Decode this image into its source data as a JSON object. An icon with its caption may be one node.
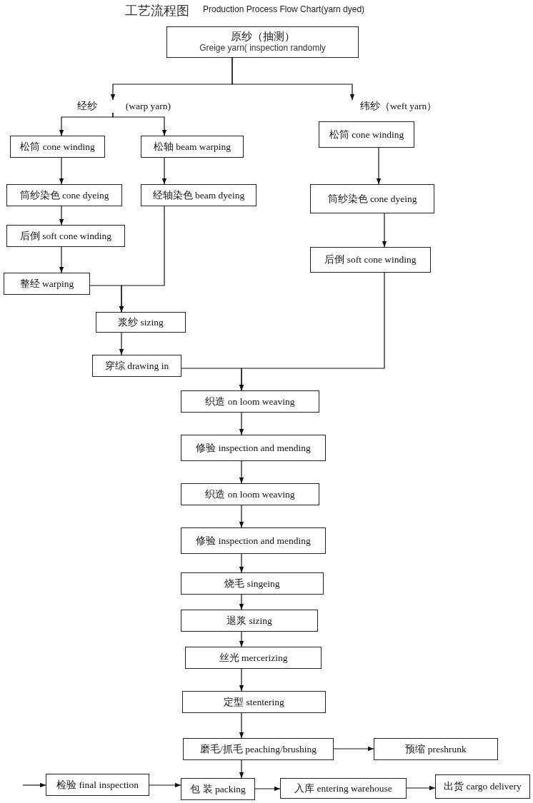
{
  "diagram": {
    "title": "工艺流程图",
    "nodes": [
      {
        "text": [
          "原纱（抽测）",
          "Greige yarn( inspection randomly"
        ]
      },
      {
        "text": [
          "经纱",
          "(warp yarn)"
        ]
      },
      {
        "text": [
          "纬纱（weft yarn）"
        ]
      },
      {
        "text": [
          "松筒 cone winding"
        ]
      },
      {
        "text": [
          "松轴 beam warping"
        ]
      },
      {
        "text": [
          "松筒 cone winding"
        ]
      },
      {
        "text": [
          "筒纱染色 cone dyeing"
        ]
      },
      {
        "text": [
          "经轴染色 beam dyeing"
        ]
      },
      {
        "text": [
          "筒纱染色 cone dyeing"
        ]
      },
      {
        "text": [
          "后倒 soft cone winding"
        ]
      },
      {
        "text": [
          "后倒 soft cone winding"
        ]
      },
      {
        "text": [
          "整经 warping"
        ]
      },
      {
        "text": [
          "浆纱 sizing"
        ]
      },
      {
        "text": [
          "穿综 drawing in"
        ]
      },
      {
        "text": [
          "织造 on loom weaving"
        ]
      },
      {
        "text": [
          "修验 inspection and mending"
        ]
      },
      {
        "text": [
          "织造 on loom weaving"
        ]
      },
      {
        "text": [
          "修验 inspection and mending"
        ]
      },
      {
        "text": [
          "烧毛 singeing"
        ]
      },
      {
        "text": [
          "退浆 sizing"
        ]
      },
      {
        "text": [
          "丝光 mercerizing"
        ]
      },
      {
        "text": [
          "定型 stentering"
        ]
      },
      {
        "text": [
          "磨毛/抓毛 peaching/brushing"
        ]
      },
      {
        "text": [
          "预缩 preshrunk"
        ]
      },
      {
        "text": [
          "检验 final inspection"
        ]
      },
      {
        "text": [
          "包 装 packing"
        ]
      },
      {
        "text": [
          "入库 entering warehouse"
        ]
      },
      {
        "text": [
          "出货 cargo delivery"
        ]
      }
    ],
    "edges": [
      {
        "from": 0,
        "to": 1,
        "arrow": "to"
      },
      {
        "from": 0,
        "to": 2,
        "arrow": "to"
      },
      {
        "from": 1,
        "to": 3,
        "arrow": "to"
      },
      {
        "from": 1,
        "to": 4,
        "arrow": "to"
      },
      {
        "from": 3,
        "to": 6,
        "arrow": "to"
      },
      {
        "from": 4,
        "to": 7,
        "arrow": "to"
      },
      {
        "from": 5,
        "to": 8,
        "arrow": "to"
      },
      {
        "from": 6,
        "to": 9,
        "arrow": "to"
      },
      {
        "from": 8,
        "to": 10,
        "arrow": "to"
      },
      {
        "from": 9,
        "to": 11,
        "arrow": "to"
      },
      {
        "from": 7,
        "to": 12,
        "arrow": "to"
      },
      {
        "from": 11,
        "to": 12,
        "arrow": "to"
      },
      {
        "from": 12,
        "to": 13,
        "arrow": "to"
      },
      {
        "from": 13,
        "to": 14,
        "arrow": "to"
      },
      {
        "from": 10,
        "to": 14,
        "arrow": "to"
      },
      {
        "from": 14,
        "to": 15,
        "arrow": "to"
      },
      {
        "from": 15,
        "to": 16,
        "arrow": "to"
      },
      {
        "from": 16,
        "to": 17,
        "arrow": "to"
      },
      {
        "from": 17,
        "to": 18,
        "arrow": "to"
      },
      {
        "from": 18,
        "to": 19,
        "arrow": "to"
      },
      {
        "from": 19,
        "to": 20,
        "arrow": "to"
      },
      {
        "from": 20,
        "to": 21,
        "arrow": "to"
      },
      {
        "from": 21,
        "to": 22,
        "arrow": "to"
      },
      {
        "from": 22,
        "to": 23,
        "arrow": "to"
      },
      {
        "from": 22,
        "to": 25,
        "arrow": "to"
      },
      {
        "from": null,
        "to": 24,
        "arrow": "to"
      },
      {
        "from": 24,
        "to": 25,
        "arrow": "to"
      },
      {
        "from": 25,
        "to": 26,
        "arrow": "to"
      },
      {
        "from": 26,
        "to": 27,
        "arrow": "to"
      }
    ],
    "labels": [
      "Production Process Flow Chart(yarn dyed)"
    ]
  }
}
